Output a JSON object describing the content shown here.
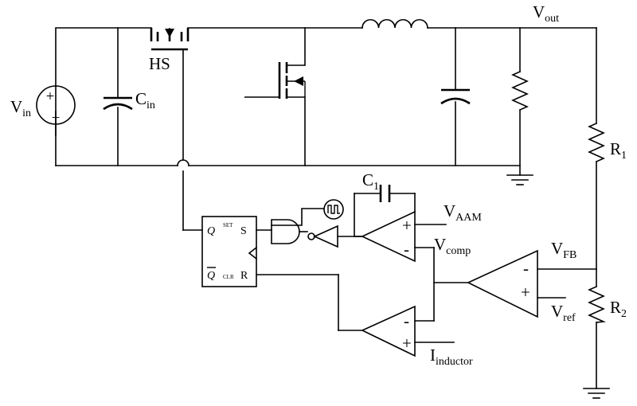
{
  "labels": {
    "vin": "V",
    "vin_sub": "in",
    "vin_plus": "+",
    "vin_minus": "−",
    "cin": "C",
    "cin_sub": "in",
    "hs": "HS",
    "vout": "V",
    "vout_sub": "out",
    "r1": "R",
    "r1_sub": "1",
    "r2": "R",
    "r2_sub": "2",
    "c1": "C",
    "c1_sub": "1",
    "vaam": "V",
    "vaam_sub": "AAM",
    "vcomp": "V",
    "vcomp_sub": "comp",
    "vfb": "V",
    "vfb_sub": "FB",
    "vref": "V",
    "vref_sub": "ref",
    "iind": "I",
    "iind_sub": "inductor",
    "latch_q": "Q",
    "latch_qbar": "Q",
    "latch_s": "S",
    "latch_r": "R",
    "latch_set": "SET",
    "latch_clr": "CLR",
    "op_plus": "+",
    "op_minus": "-"
  }
}
